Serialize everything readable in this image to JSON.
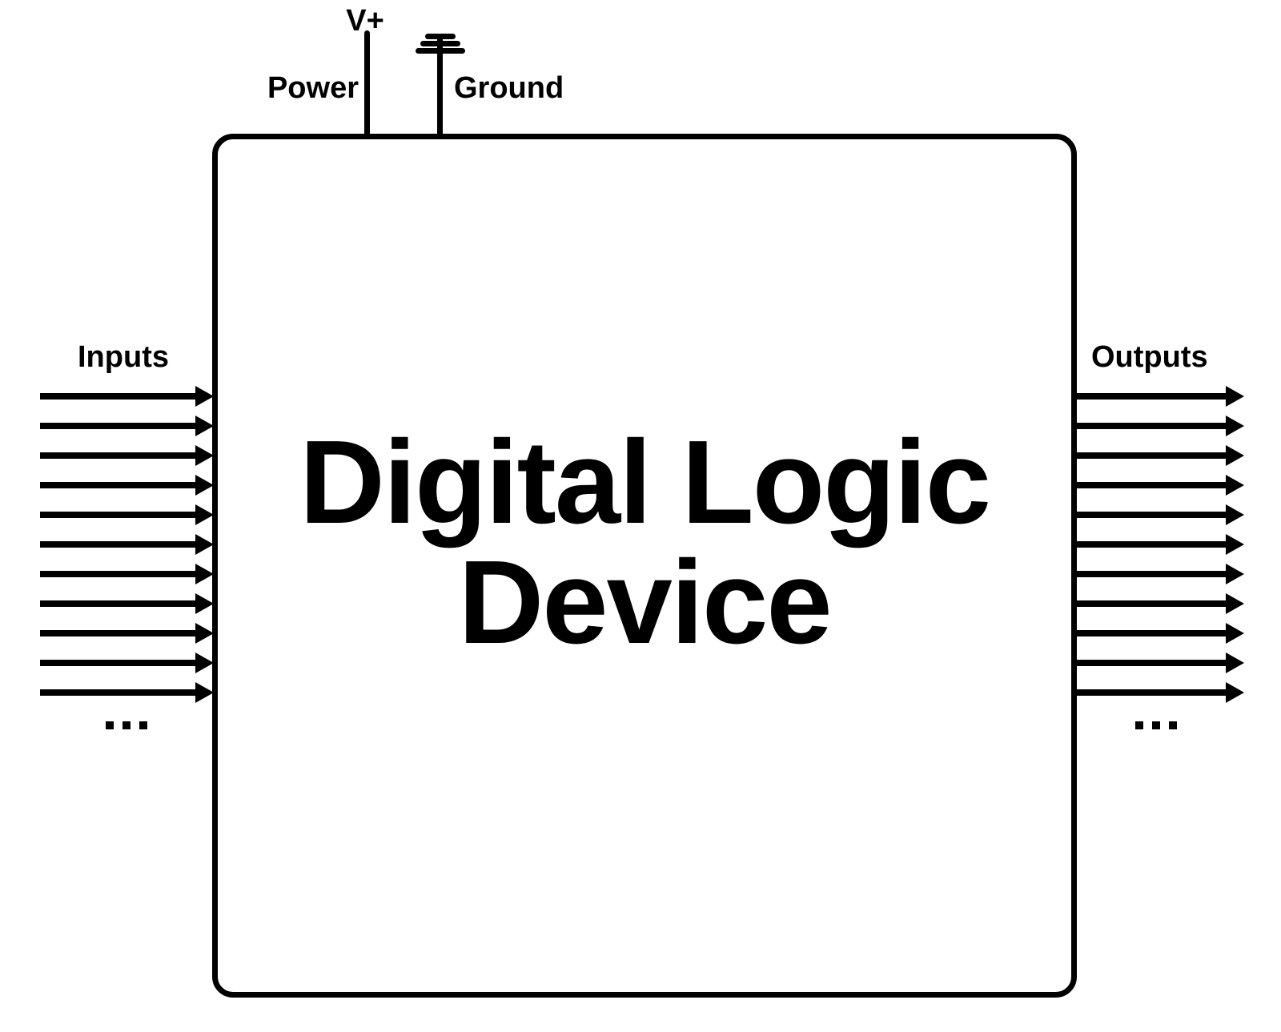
{
  "device": {
    "title_line1": "Digital Logic",
    "title_line2": "Device"
  },
  "power": {
    "terminal_label": "V+",
    "label": "Power"
  },
  "ground": {
    "label": "Ground"
  },
  "inputs": {
    "label": "Inputs",
    "count": 11,
    "more_indicator": "..."
  },
  "outputs": {
    "label": "Outputs",
    "count": 11,
    "more_indicator": "..."
  },
  "colors": {
    "ink": "#000000",
    "background": "#ffffff"
  }
}
